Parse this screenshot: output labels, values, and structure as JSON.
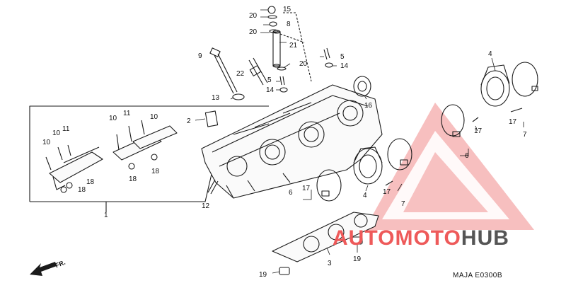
{
  "callouts": [
    {
      "id": "c15",
      "text": "15"
    },
    {
      "id": "c20a",
      "text": "20"
    },
    {
      "id": "c8",
      "text": "8"
    },
    {
      "id": "c20b",
      "text": "20"
    },
    {
      "id": "c21",
      "text": "21"
    },
    {
      "id": "c9",
      "text": "9"
    },
    {
      "id": "c22",
      "text": "22"
    },
    {
      "id": "c20c",
      "text": "20"
    },
    {
      "id": "c5a",
      "text": "5"
    },
    {
      "id": "c14a",
      "text": "14"
    },
    {
      "id": "c13",
      "text": "13"
    },
    {
      "id": "c5b",
      "text": "5"
    },
    {
      "id": "c14b",
      "text": "14"
    },
    {
      "id": "c16",
      "text": "16"
    },
    {
      "id": "c4a",
      "text": "4"
    },
    {
      "id": "c2",
      "text": "2"
    },
    {
      "id": "c17a",
      "text": "17"
    },
    {
      "id": "c7a",
      "text": "7"
    },
    {
      "id": "c17b",
      "text": "17"
    },
    {
      "id": "c6a",
      "text": "6"
    },
    {
      "id": "c10a",
      "text": "10"
    },
    {
      "id": "c11a",
      "text": "11"
    },
    {
      "id": "c10b",
      "text": "10"
    },
    {
      "id": "c10c",
      "text": "10"
    },
    {
      "id": "c11b",
      "text": "11"
    },
    {
      "id": "c10d",
      "text": "10"
    },
    {
      "id": "c18a",
      "text": "18"
    },
    {
      "id": "c18b",
      "text": "18"
    },
    {
      "id": "c18c",
      "text": "18"
    },
    {
      "id": "c18d",
      "text": "18"
    },
    {
      "id": "c1",
      "text": "1"
    },
    {
      "id": "c12",
      "text": "12"
    },
    {
      "id": "c6b",
      "text": "6"
    },
    {
      "id": "c17c",
      "text": "17"
    },
    {
      "id": "c17d",
      "text": "17"
    },
    {
      "id": "c4b",
      "text": "4"
    },
    {
      "id": "c7b",
      "text": "7"
    },
    {
      "id": "c3",
      "text": "3"
    },
    {
      "id": "c19a",
      "text": "19"
    },
    {
      "id": "c19b",
      "text": "19"
    }
  ],
  "direction_label": "FR.",
  "diagram_code": "MAJA  E0300B",
  "watermark": {
    "part1": "AUTOMOTO",
    "part2": "HUB",
    "accent": "#ee5a5a",
    "dark": "#555555"
  }
}
